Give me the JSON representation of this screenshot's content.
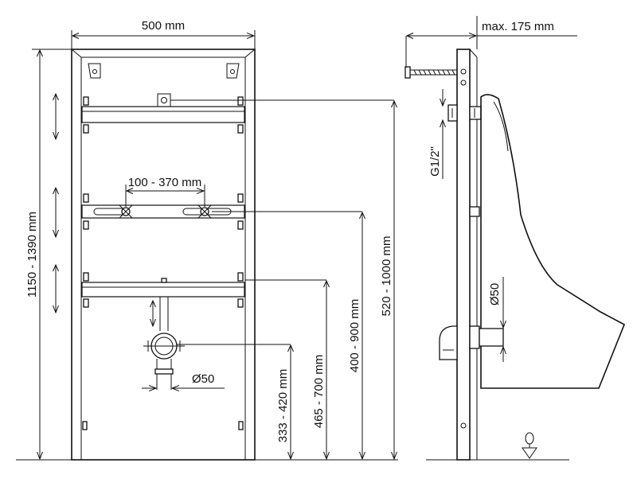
{
  "dimensions": {
    "frame_width": "500 mm",
    "frame_height": "1150 - 1390 mm",
    "tap_spacing": "100 - 370 mm",
    "drain_diameter_front": "Ø50",
    "drain_height": "333 - 420 mm",
    "lower_bar_height": "465 - 700 mm",
    "middle_bar_height": "400 - 900 mm",
    "top_bar_height": "520 - 1000 mm",
    "max_depth": "max. 175 mm",
    "inlet_thread": "G1/2\"",
    "drain_diameter_side": "Ø50"
  },
  "symbols": {
    "adjust_arrows": "double-arrow-icon",
    "floor_level": "floor-level-icon"
  }
}
